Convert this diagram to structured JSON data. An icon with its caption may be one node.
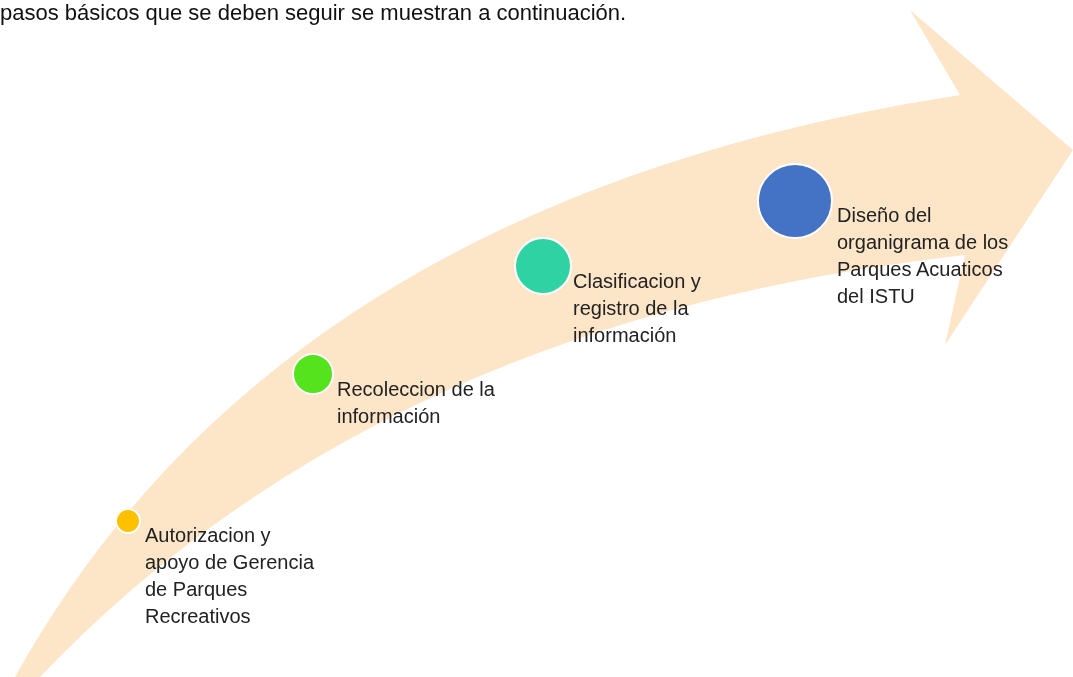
{
  "diagram": {
    "nodes": [
      {
        "text": [],
        "shape": "circle",
        "beside": [
          "Autorizacion y apoyo de Gerencia de Parques Recreativos"
        ]
      },
      {
        "text": [],
        "shape": "circle",
        "beside": [
          "Recoleccion de la información"
        ]
      },
      {
        "text": [],
        "shape": "circle",
        "beside": [
          "Clasificacion y registro de la información"
        ]
      },
      {
        "text": [],
        "shape": "circle",
        "beside": [
          "Diseño del organigrama de los Parques Acuaticos del ISTU"
        ]
      }
    ],
    "labels": [
      "pasos básicos que se deben seguir se muestran a continuación."
    ]
  }
}
